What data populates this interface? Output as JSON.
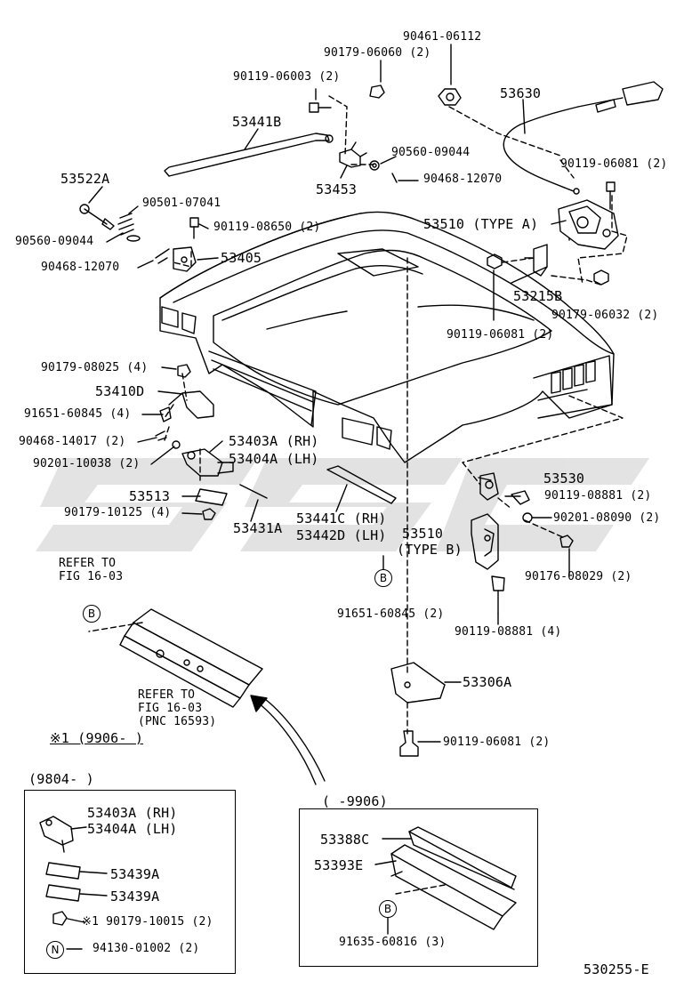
{
  "colors": {
    "ink": "#000000",
    "watermark": "#d9d9d9",
    "background": "#ffffff"
  },
  "watermark": {
    "text": "CSSC"
  },
  "labels": {
    "p90461_06112": "90461-06112",
    "p90179_06060": "90179-06060 (2)",
    "p90119_06003": "90119-06003 (2)",
    "p53630": "53630",
    "p53441b": "53441B",
    "p90560_09044a": "90560-09044",
    "p90119_06081a": "90119-06081 (2)",
    "p53522a": "53522A",
    "p53453": "53453",
    "p90468_12070a": "90468-12070",
    "p90501_07041": "90501-07041",
    "p90119_08650": "90119-08650 (2)",
    "p53510a": "53510 (TYPE A)",
    "p90560_09044b": "90560-09044",
    "p53405": "53405",
    "p90468_12070b": "90468-12070",
    "p53215b": "53215B",
    "p90179_06032": "90179-06032 (2)",
    "p90119_06081b": "90119-06081 (2)",
    "p90179_08025": "90179-08025 (4)",
    "p53410d": "53410D",
    "p91651_60845a": "91651-60845 (4)",
    "p90468_14017": "90468-14017 (2)",
    "p53403a_rh": "53403A (RH)",
    "p90201_10038": "90201-10038 (2)",
    "p53404a_lh": "53404A (LH)",
    "p53530": "53530",
    "p53513": "53513",
    "p90119_08881a": "90119-08881 (2)",
    "p90179_10125": "90179-10125 (4)",
    "p53441c": "53441C (RH)",
    "p90201_08090": "90201-08090 (2)",
    "p53431a": "53431A",
    "p53442d": "53442D (LH)",
    "p53510b": "53510",
    "p53510b_type": "(TYPE  B)",
    "p90176_08029": "90176-08029 (2)",
    "refer1_l1": "REFER TO",
    "refer1_l2": "FIG 16-03",
    "p91651_60845b": "91651-60845 (2)",
    "p90119_08881b": "90119-08881 (4)",
    "p53306a": "53306A",
    "refer2_l1": "REFER TO",
    "refer2_l2": "FIG 16-03",
    "refer2_l3": "(PNC 16593)",
    "note1": "※1 (9906-     )",
    "p90119_06081c": "90119-06081 (2)",
    "box1_period": "(9804-     )",
    "box2_period": "(     -9906)",
    "bx_53403a": "53403A (RH)",
    "bx_53404a": "53404A (LH)",
    "bx_53439a_1": "53439A",
    "bx_53439a_2": "53439A",
    "bx_90179_10015": "※1 90179-10015 (2)",
    "bx_94130_01002": "94130-01002 (2)",
    "bx_53388c": "53388C",
    "bx_53393e": "53393E",
    "bx_91635_60816": "91635-60816 (3)",
    "diagram_code": "530255-E"
  },
  "markers": {
    "b": "B",
    "n": "N"
  }
}
